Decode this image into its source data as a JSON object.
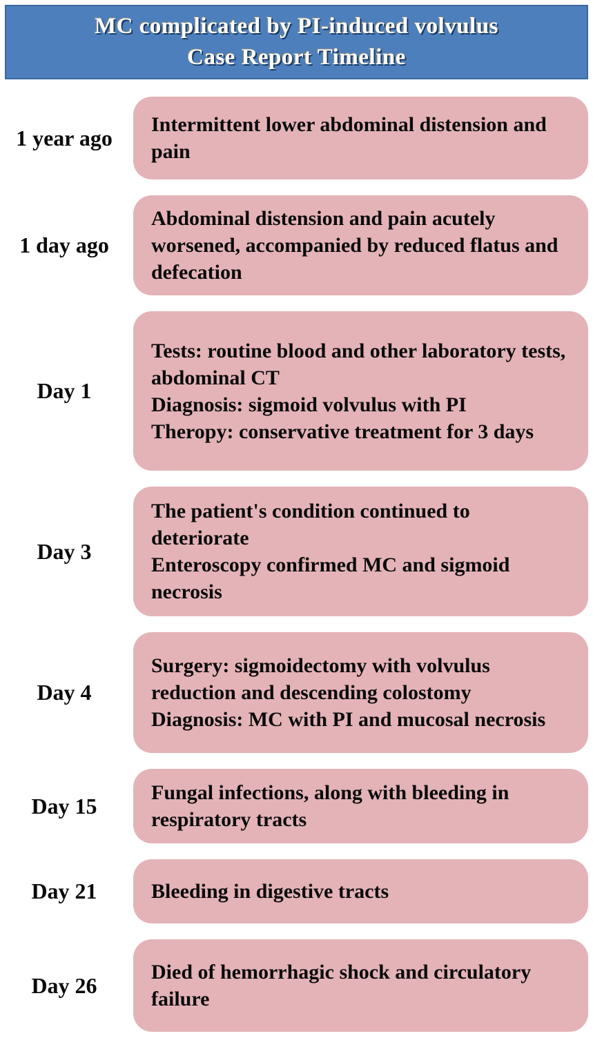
{
  "header": {
    "title_line1": "MC complicated by PI-induced volvulus",
    "title_line2": "Case Report Timeline"
  },
  "colors": {
    "header_bg": "#4d7fbc",
    "header_border": "#3a689f",
    "box_bg": "#e4b3b7",
    "title_text": "#ffffff",
    "title_shadow": "#17375e",
    "body_text": "#0a0a0a",
    "page_bg": "#ffffff"
  },
  "timeline": {
    "rows": [
      {
        "time": "1 year ago",
        "event": "Intermittent lower abdominal distension and pain"
      },
      {
        "time": "1 day ago",
        "event": "Abdominal distension and pain acutely worsened, accompanied by reduced flatus and defecation"
      },
      {
        "time": "Day 1",
        "event": "Tests: routine blood and other laboratory tests, abdominal CT\nDiagnosis: sigmoid volvulus with PI\nTheropy: conservative treatment for 3 days"
      },
      {
        "time": "Day 3",
        "event": "The patient's condition continued to deteriorate\nEnteroscopy confirmed MC and sigmoid necrosis"
      },
      {
        "time": "Day 4",
        "event": "Surgery: sigmoidectomy with volvulus reduction and descending colostomy\nDiagnosis: MC with PI and mucosal necrosis"
      },
      {
        "time": "Day 15",
        "event": "Fungal infections, along with bleeding in respiratory tracts"
      },
      {
        "time": "Day 21",
        "event": "Bleeding in digestive tracts"
      },
      {
        "time": "Day 26",
        "event": "Died of hemorrhagic shock and circulatory failure"
      }
    ]
  }
}
